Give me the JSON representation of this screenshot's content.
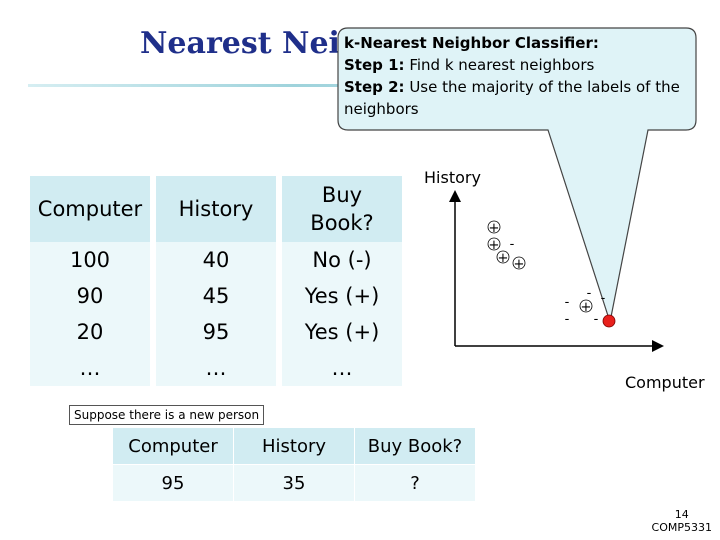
{
  "slide": {
    "title": "Nearest Neighbor",
    "page_number": "14",
    "course": "COMP5331"
  },
  "callout": {
    "heading": "k-Nearest Neighbor Classifier:",
    "step1_label": "Step 1:",
    "step1_text": " Find k nearest neighbors",
    "step2_label": "Step 2:",
    "step2_text": " Use the majority of the labels of the neighbors",
    "fill_color": "#dff3f7"
  },
  "main_table": {
    "headers": [
      "Computer",
      "History",
      "Buy Book?"
    ],
    "rows": [
      [
        "100",
        "40",
        "No (-)"
      ],
      [
        "90",
        "45",
        "Yes (+)"
      ],
      [
        "20",
        "95",
        "Yes (+)"
      ],
      [
        "…",
        "…",
        "…"
      ]
    ]
  },
  "note": "Suppose there is a new person",
  "new_person": {
    "headers": [
      "Computer",
      "History",
      "Buy Book?"
    ],
    "values": [
      "95",
      "35",
      "?"
    ]
  },
  "plot": {
    "y_label": "History",
    "x_label": "Computer",
    "plus_symbol": "+",
    "minus_symbol": "-",
    "query_color": "#e8201c"
  }
}
